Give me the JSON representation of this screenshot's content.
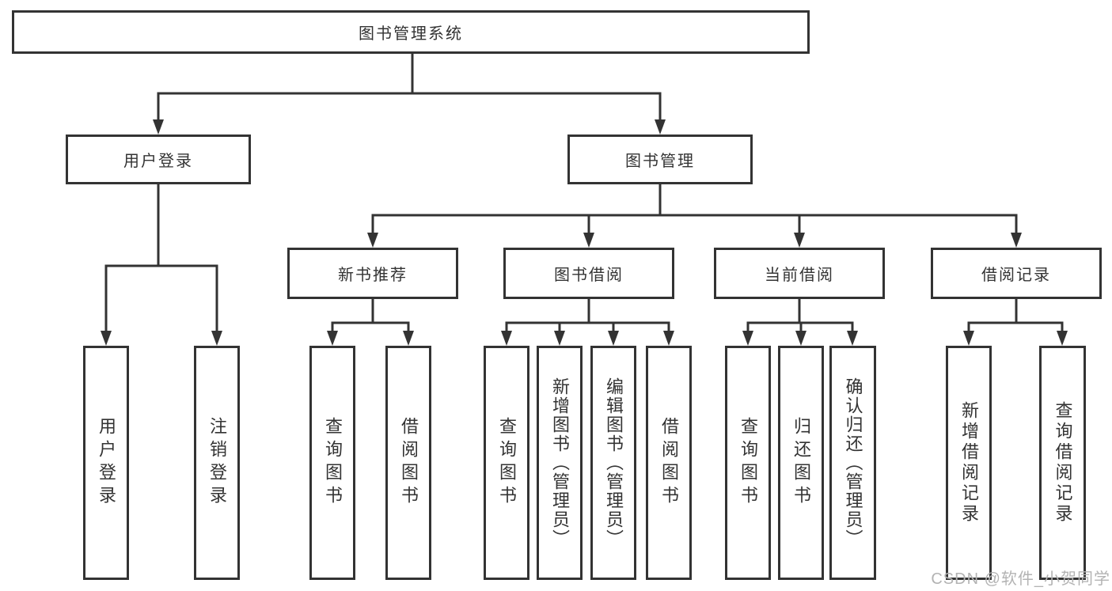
{
  "diagram": {
    "title": "图书管理系统",
    "nodes": {
      "root": "图书管理系统",
      "user_login": "用户登录",
      "book_mgmt": "图书管理",
      "new_book_rec": "新书推荐",
      "book_borrow": "图书借阅",
      "current_borrow": "当前借阅",
      "borrow_records": "借阅记录",
      "leaf_user_login": "用户登录",
      "leaf_logout": "注销登录",
      "leaf_query_book_1": "查询图书",
      "leaf_borrow_book_1": "借阅图书",
      "leaf_query_book_2": "查询图书",
      "leaf_add_book": "新增图书（管理员）",
      "leaf_edit_book": "编辑图书（管理员）",
      "leaf_borrow_book_2": "借阅图书",
      "leaf_query_book_3": "查询图书",
      "leaf_return_book": "归还图书",
      "leaf_confirm_return": "确认归还（管理员）",
      "leaf_add_record": "新增借阅记录",
      "leaf_query_record": "查询借阅记录"
    },
    "colors": {
      "line": "#333333",
      "box_border": "#333333",
      "text": "#333333",
      "watermark": "#b3b3b3"
    }
  },
  "watermark": "CSDN @软件_小贺同学"
}
